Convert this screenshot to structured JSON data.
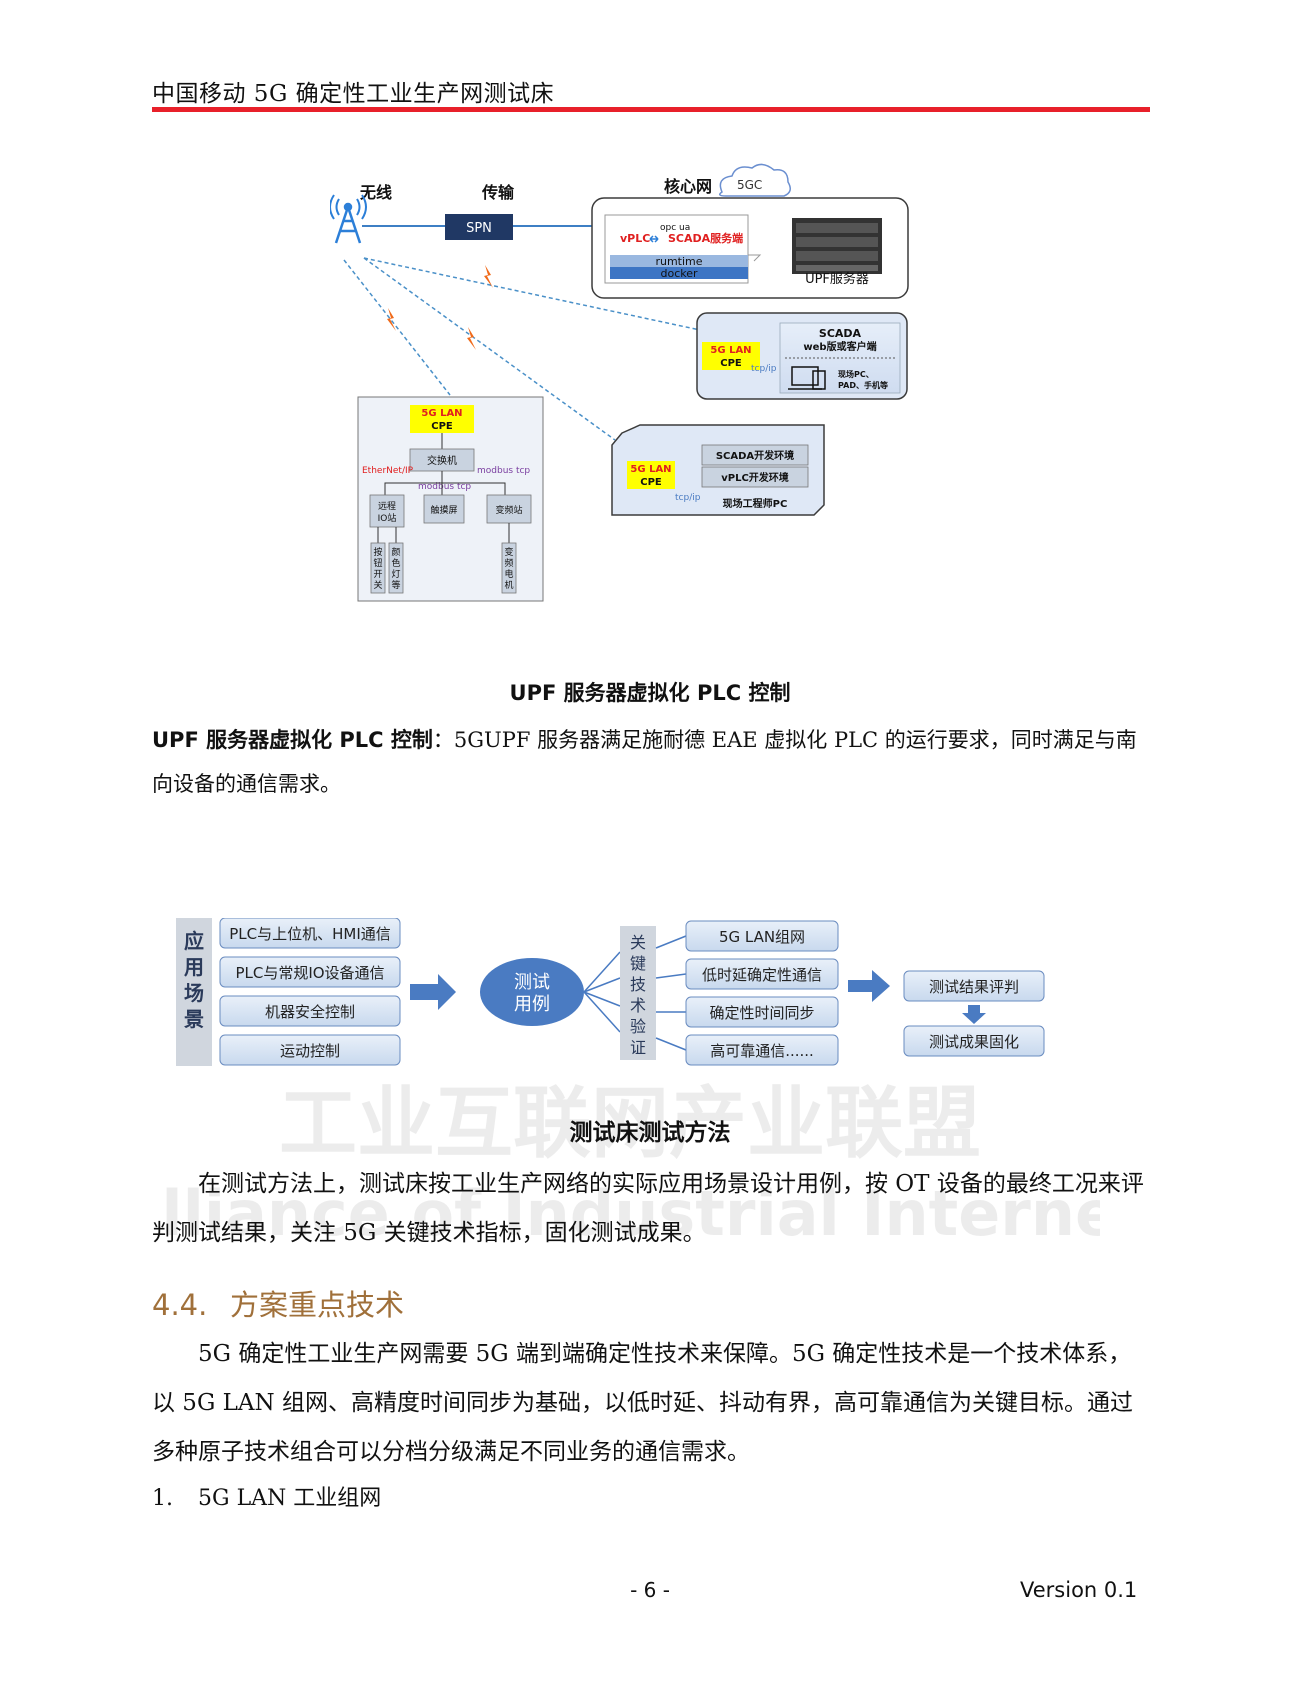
{
  "header": {
    "title": "中国移动 5G 确定性工业生产网测试床"
  },
  "watermark": {
    "line1": "工业互联网产业联盟",
    "line2": "Alliance of Industrial Internet"
  },
  "figure1": {
    "wireless_label": "无线",
    "transport_label": "传输",
    "spn_label": "SPN",
    "core_label": "核心网",
    "cloud_label": "5GC",
    "core_box": {
      "opcua": "opc ua",
      "vplc": "vPLC",
      "scada_server": "SCADA服务端",
      "runtime": "rumtime",
      "docker": "docker",
      "upf_label": "UPF服务器"
    },
    "cpe_label_line1": "5G LAN",
    "cpe_label_line2": "CPE",
    "tcpip": "tcp/ip",
    "scada_client": {
      "title": "SCADA",
      "sub": "web版或客户端",
      "devices": "现场PC、",
      "devices2": "PAD、手机等"
    },
    "dev_env": {
      "scada_dev": "SCADA开发环境",
      "vplc_dev": "vPLC开发环境",
      "engineer_pc": "现场工程师PC"
    },
    "field": {
      "switch": "交换机",
      "ethernetip": "EtherNet/IP",
      "modbus_tcp": "modbus tcp",
      "remote_io": "远程IO站",
      "hmi": "触摸屏",
      "vfd": "变频站",
      "buttons": "按钮开关",
      "lights": "颜色灯等",
      "motor": "变频电机"
    }
  },
  "caption1": "UPF 服务器虚拟化 PLC 控制",
  "paragraph1": {
    "bold": "UPF 服务器虚拟化 PLC 控制",
    "text": "：5GUPF 服务器满足施耐德 EAE 虚拟化 PLC 的运行要求，同时满足与南向设备的通信需求。"
  },
  "figure2": {
    "scenario_label": [
      "应",
      "用",
      "场",
      "景"
    ],
    "scenarios": [
      "PLC与上位机、HMI通信",
      "PLC与常规IO设备通信",
      "机器安全控制",
      "运动控制"
    ],
    "testcase_line1": "测试",
    "testcase_line2": "用例",
    "verify_label": [
      "关",
      "键",
      "技",
      "术",
      "验",
      "证"
    ],
    "tech": [
      "5G LAN组网",
      "低时延确定性通信",
      "确定性时间同步",
      "高可靠通信......"
    ],
    "results": [
      "测试结果评判",
      "测试成果固化"
    ],
    "colors": {
      "box_fill": "#d7e5f3",
      "box_border": "#3d6ea8",
      "ellipse": "#4a7bc2",
      "arrow": "#4a7bc2"
    }
  },
  "caption2": "测试床测试方法",
  "paragraph2": "在测试方法上，测试床按工业生产网络的实际应用场景设计用例，按 OT 设备的最终工况来评判测试结果，关注 5G 关键技术指标，固化测试成果。",
  "section": {
    "number": "4.4.",
    "title": "方案重点技术"
  },
  "paragraph3": "5G 确定性工业生产网需要 5G 端到端确定性技术来保障。5G 确定性技术是一个技术体系，以 5G LAN 组网、高精度时间同步为基础，以低时延、抖动有界，高可靠通信为关键目标。通过多种原子技术组合可以分档分级满足不同业务的通信需求。",
  "list_item": {
    "number": "1.",
    "text": "5G LAN 工业组网"
  },
  "footer": {
    "page": "- 6 -",
    "version": "Version 0.1"
  }
}
